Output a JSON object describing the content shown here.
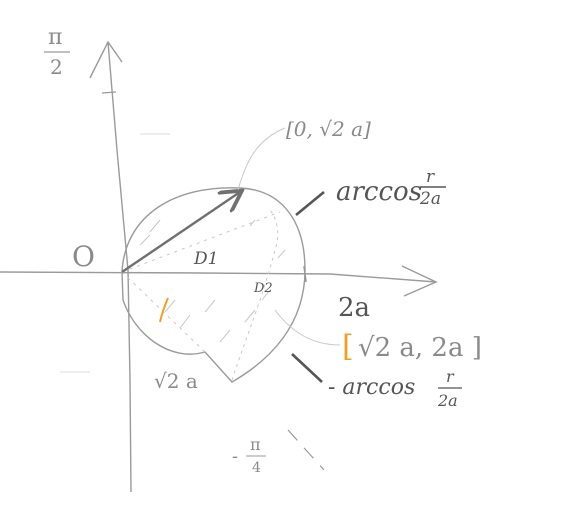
{
  "labels": {
    "pi_over_2_top": "π",
    "pi_over_2_bottom": "2",
    "origin": "O",
    "interval_top": "[0, √2 a]",
    "arccos_upper_text": "arccos",
    "arccos_upper_num": "r",
    "arccos_upper_den": "2a",
    "d1": "D1",
    "d2": "D2",
    "two_a": "2a",
    "interval_lower_bracket": "[",
    "interval_lower_rest": "√2 a, 2a ]",
    "sqrt2a": "√2 a",
    "arccos_lower_text": "- arccos",
    "arccos_lower_num": "r",
    "arccos_lower_den": "2a",
    "neg_pi_4_num": "π",
    "neg_pi_4_sign": "-",
    "neg_pi_4_den": "4"
  },
  "colors": {
    "stroke_light": "#9a9a9a",
    "stroke_faint": "#c8c8c8",
    "vector": "#707070",
    "accent": "#f0a020"
  }
}
